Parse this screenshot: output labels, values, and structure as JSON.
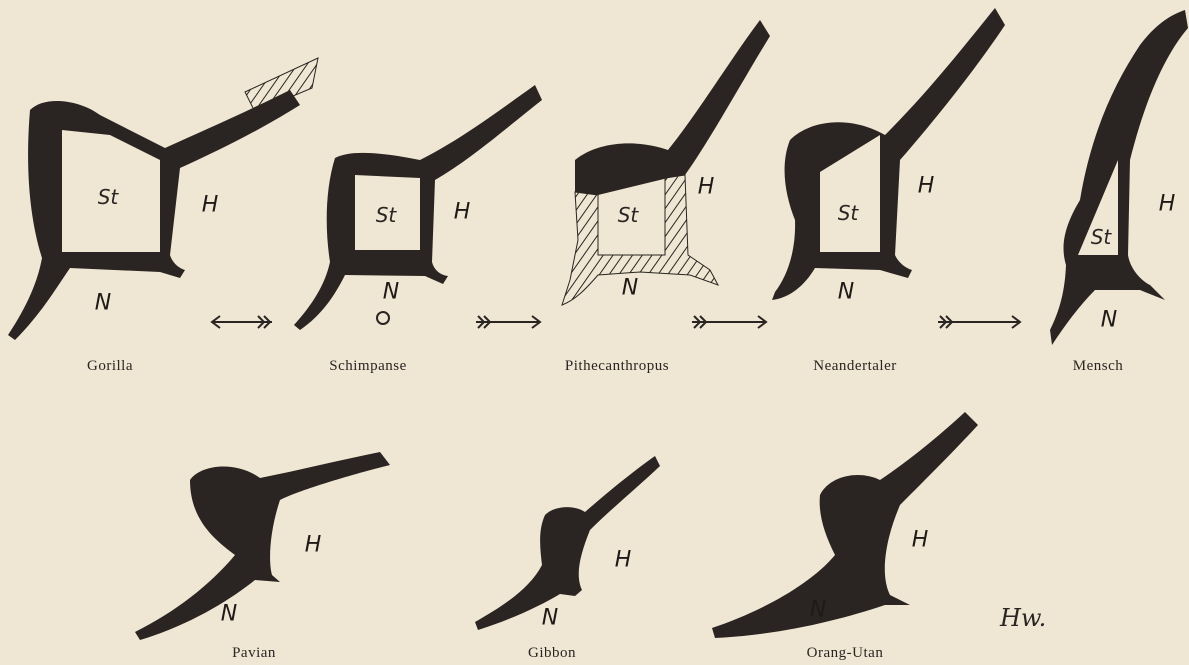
{
  "specimens": [
    {
      "name": "Gorilla",
      "st": "St",
      "h": "H",
      "n": "N"
    },
    {
      "name": "Schimpanse",
      "st": "St",
      "h": "H",
      "n": "N"
    },
    {
      "name": "Pithecanthropus",
      "st": "St",
      "h": "H",
      "n": "N"
    },
    {
      "name": "Neandertaler",
      "st": "St",
      "h": "H",
      "n": "N"
    },
    {
      "name": "Mensch",
      "st": "St",
      "h": "H",
      "n": "N"
    },
    {
      "name": "Pavian",
      "h": "H",
      "n": "N"
    },
    {
      "name": "Gibbon",
      "h": "H",
      "n": "N"
    },
    {
      "name": "Orang-Utan",
      "h": "H",
      "n": "N"
    }
  ],
  "signature": "Hw.",
  "colors": {
    "paper": "#efe6d3",
    "ink": "#2a2522"
  }
}
